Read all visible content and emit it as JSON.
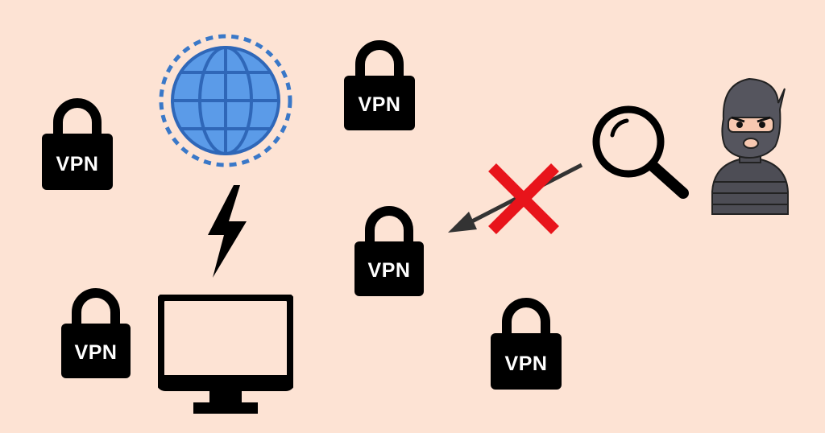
{
  "colors": {
    "background": "#fde3d4",
    "lock": "#000000",
    "lock_text": "#ffffff",
    "globe": "#4a90e2",
    "globe_ring": "#3a78c8",
    "blocked_x": "#e8141b",
    "arrow": "#333333",
    "hacker": "#4d4d55"
  },
  "icons": {
    "globe": "globe-icon",
    "bolt": "lightning-bolt-icon",
    "monitor": "computer-monitor-icon",
    "lock": "padlock-icon",
    "magnifier": "magnifying-glass-icon",
    "hacker": "masked-hacker-icon",
    "blocked": "red-cross-icon",
    "arrow": "arrow-icon"
  },
  "locks": [
    {
      "label": "VPN"
    },
    {
      "label": "VPN"
    },
    {
      "label": "VPN"
    },
    {
      "label": "VPN"
    },
    {
      "label": "VPN"
    }
  ]
}
